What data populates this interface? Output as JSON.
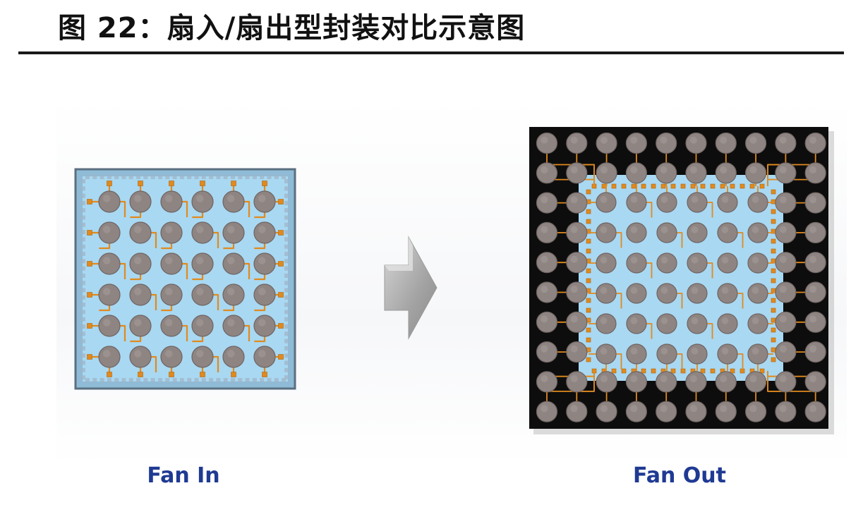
{
  "figure": {
    "title": "图 22：扇入/扇出型封装对比示意图"
  },
  "fan_in": {
    "label": "Fan In",
    "ball_grid": {
      "rows": 6,
      "cols": 6
    }
  },
  "fan_out": {
    "label": "Fan Out",
    "ball_grid": {
      "rows": 10,
      "cols": 10
    },
    "die_ball_grid": {
      "rows": 6,
      "cols": 6
    }
  },
  "colors": {
    "die": "#a9d8f2",
    "solder_ball": "#8e8482",
    "trace": "#e08a1e",
    "mold": "#0d0d0d",
    "label": "#1f3a93",
    "arrow": "#a6a6a6"
  }
}
